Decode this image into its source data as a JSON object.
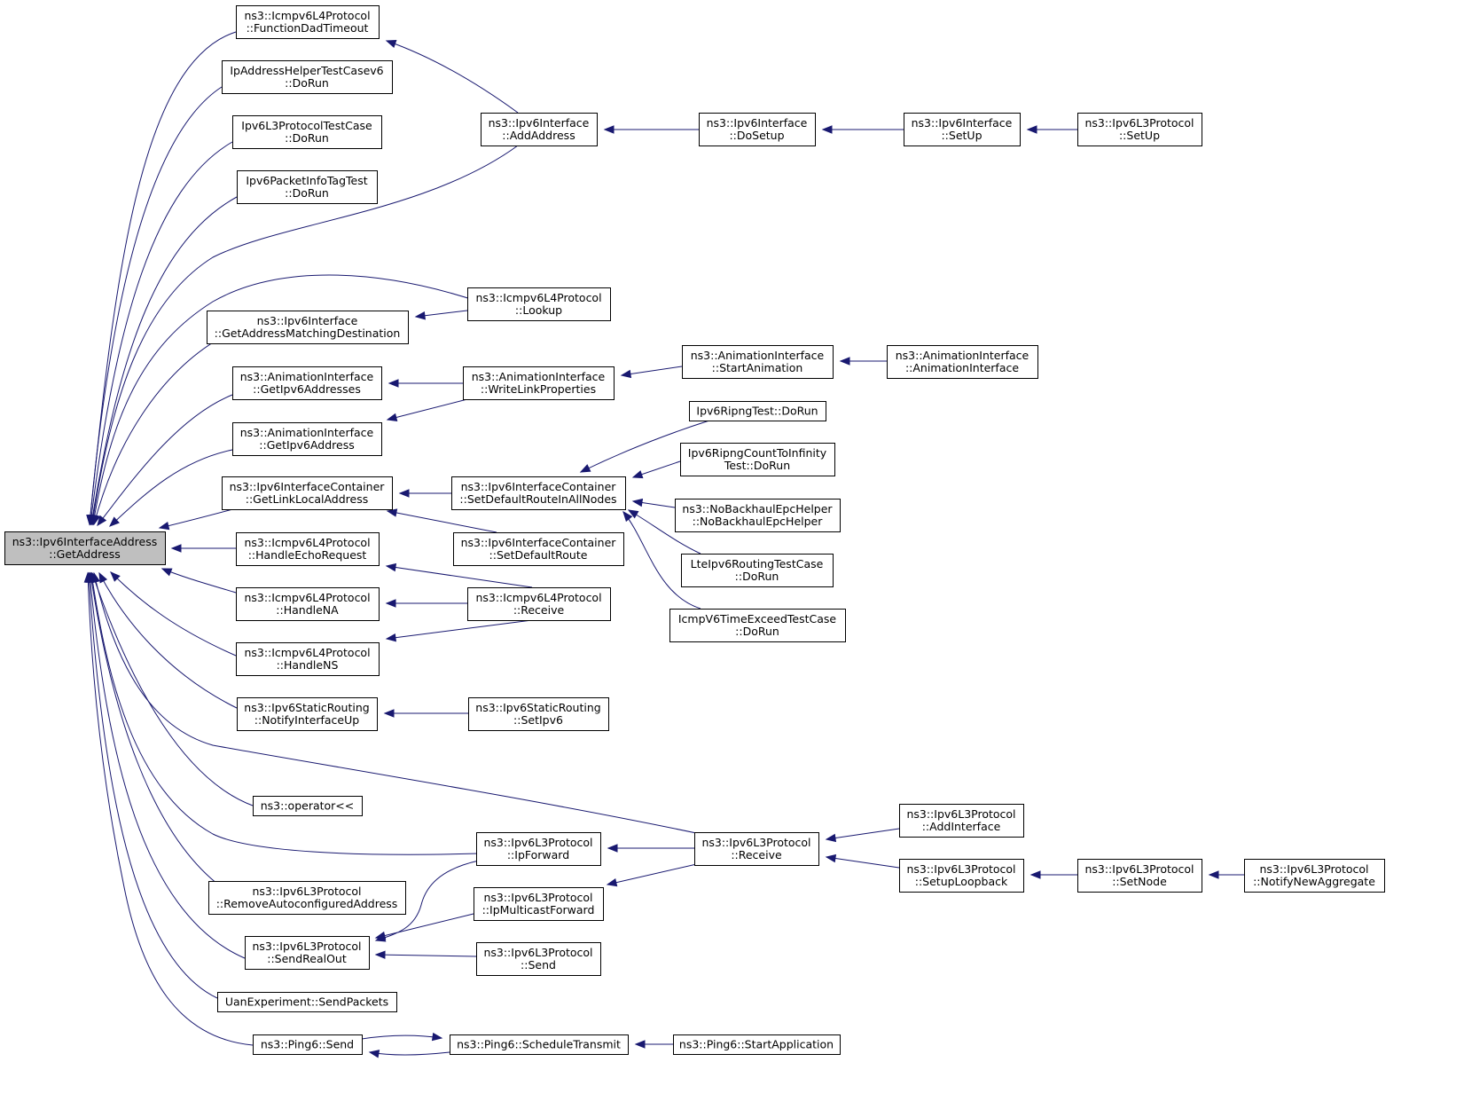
{
  "nodes": [
    {
      "id": "root",
      "lines": [
        "ns3::Ipv6InterfaceAddress",
        "::GetAddress"
      ]
    },
    {
      "id": "icmp_dad",
      "lines": [
        "ns3::Icmpv6L4Protocol",
        "::FunctionDadTimeout"
      ]
    },
    {
      "id": "iphelper",
      "lines": [
        "IpAddressHelperTestCasev6",
        "::DoRun"
      ]
    },
    {
      "id": "ipv6l3test",
      "lines": [
        "Ipv6L3ProtocolTestCase",
        "::DoRun"
      ]
    },
    {
      "id": "pktinfo",
      "lines": [
        "Ipv6PacketInfoTagTest",
        "::DoRun"
      ]
    },
    {
      "id": "getaddrmatch",
      "lines": [
        "ns3::Ipv6Interface",
        "::GetAddressMatchingDestination"
      ]
    },
    {
      "id": "anim_getaddrs",
      "lines": [
        "ns3::AnimationInterface",
        "::GetIpv6Addresses"
      ]
    },
    {
      "id": "anim_getaddr",
      "lines": [
        "ns3::AnimationInterface",
        "::GetIpv6Address"
      ]
    },
    {
      "id": "cont_getlla",
      "lines": [
        "ns3::Ipv6InterfaceContainer",
        "::GetLinkLocalAddress"
      ]
    },
    {
      "id": "icmp_echo",
      "lines": [
        "ns3::Icmpv6L4Protocol",
        "::HandleEchoRequest"
      ]
    },
    {
      "id": "icmp_na",
      "lines": [
        "ns3::Icmpv6L4Protocol",
        "::HandleNA"
      ]
    },
    {
      "id": "icmp_ns",
      "lines": [
        "ns3::Icmpv6L4Protocol",
        "::HandleNS"
      ]
    },
    {
      "id": "static_notify",
      "lines": [
        "ns3::Ipv6StaticRouting",
        "::NotifyInterfaceUp"
      ]
    },
    {
      "id": "op_stream",
      "lines": [
        "ns3::operator<<"
      ]
    },
    {
      "id": "l3_removeauto",
      "lines": [
        "ns3::Ipv6L3Protocol",
        "::RemoveAutoconfiguredAddress"
      ]
    },
    {
      "id": "l3_sendrealout",
      "lines": [
        "ns3::Ipv6L3Protocol",
        "::SendRealOut"
      ]
    },
    {
      "id": "uan_send",
      "lines": [
        "UanExperiment::SendPackets"
      ]
    },
    {
      "id": "ping_send",
      "lines": [
        "ns3::Ping6::Send"
      ]
    },
    {
      "id": "if_addaddr",
      "lines": [
        "ns3::Ipv6Interface",
        "::AddAddress"
      ]
    },
    {
      "id": "icmp_lookup",
      "lines": [
        "ns3::Icmpv6L4Protocol",
        "::Lookup"
      ]
    },
    {
      "id": "anim_writelink",
      "lines": [
        "ns3::AnimationInterface",
        "::WriteLinkProperties"
      ]
    },
    {
      "id": "cont_setdefall",
      "lines": [
        "ns3::Ipv6InterfaceContainer",
        "::SetDefaultRouteInAllNodes"
      ]
    },
    {
      "id": "cont_setdef",
      "lines": [
        "ns3::Ipv6InterfaceContainer",
        "::SetDefaultRoute"
      ]
    },
    {
      "id": "icmp_receive",
      "lines": [
        "ns3::Icmpv6L4Protocol",
        "::Receive"
      ]
    },
    {
      "id": "static_setipv6",
      "lines": [
        "ns3::Ipv6StaticRouting",
        "::SetIpv6"
      ]
    },
    {
      "id": "l3_ipforward",
      "lines": [
        "ns3::Ipv6L3Protocol",
        "::IpForward"
      ]
    },
    {
      "id": "l3_ipmcast",
      "lines": [
        "ns3::Ipv6L3Protocol",
        "::IpMulticastForward"
      ]
    },
    {
      "id": "l3_send",
      "lines": [
        "ns3::Ipv6L3Protocol",
        "::Send"
      ]
    },
    {
      "id": "ping_sched",
      "lines": [
        "ns3::Ping6::ScheduleTransmit"
      ]
    },
    {
      "id": "if_dosetup",
      "lines": [
        "ns3::Ipv6Interface",
        "::DoSetup"
      ]
    },
    {
      "id": "anim_start",
      "lines": [
        "ns3::AnimationInterface",
        "::StartAnimation"
      ]
    },
    {
      "id": "ripng_test",
      "lines": [
        "Ipv6RipngTest::DoRun"
      ]
    },
    {
      "id": "ripng_inf",
      "lines": [
        "Ipv6RipngCountToInfinity",
        "Test::DoRun"
      ]
    },
    {
      "id": "nobackhaul",
      "lines": [
        "ns3::NoBackhaulEpcHelper",
        "::NoBackhaulEpcHelper"
      ]
    },
    {
      "id": "lte_routing",
      "lines": [
        "LteIpv6RoutingTestCase",
        "::DoRun"
      ]
    },
    {
      "id": "icmp_time",
      "lines": [
        "IcmpV6TimeExceedTestCase",
        "::DoRun"
      ]
    },
    {
      "id": "l3_receive",
      "lines": [
        "ns3::Ipv6L3Protocol",
        "::Receive"
      ]
    },
    {
      "id": "ping_startapp",
      "lines": [
        "ns3::Ping6::StartApplication"
      ]
    },
    {
      "id": "if_setup",
      "lines": [
        "ns3::Ipv6Interface",
        "::SetUp"
      ]
    },
    {
      "id": "anim_ctor",
      "lines": [
        "ns3::AnimationInterface",
        "::AnimationInterface"
      ]
    },
    {
      "id": "l3_addif",
      "lines": [
        "ns3::Ipv6L3Protocol",
        "::AddInterface"
      ]
    },
    {
      "id": "l3_setuploop",
      "lines": [
        "ns3::Ipv6L3Protocol",
        "::SetupLoopback"
      ]
    },
    {
      "id": "l3_setup",
      "lines": [
        "ns3::Ipv6L3Protocol",
        "::SetUp"
      ]
    },
    {
      "id": "l3_setnode",
      "lines": [
        "ns3::Ipv6L3Protocol",
        "::SetNode"
      ]
    },
    {
      "id": "l3_notifyagg",
      "lines": [
        "ns3::Ipv6L3Protocol",
        "::NotifyNewAggregate"
      ]
    }
  ],
  "edges": [
    {
      "from": "icmp_dad",
      "to": "root"
    },
    {
      "from": "iphelper",
      "to": "root"
    },
    {
      "from": "ipv6l3test",
      "to": "root"
    },
    {
      "from": "pktinfo",
      "to": "root"
    },
    {
      "from": "if_addaddr",
      "to": "root"
    },
    {
      "from": "icmp_lookup",
      "to": "root"
    },
    {
      "from": "getaddrmatch",
      "to": "root"
    },
    {
      "from": "anim_getaddrs",
      "to": "root"
    },
    {
      "from": "anim_getaddr",
      "to": "root"
    },
    {
      "from": "cont_getlla",
      "to": "root"
    },
    {
      "from": "icmp_echo",
      "to": "root"
    },
    {
      "from": "icmp_na",
      "to": "root"
    },
    {
      "from": "icmp_ns",
      "to": "root"
    },
    {
      "from": "static_notify",
      "to": "root"
    },
    {
      "from": "l3_receive",
      "to": "root"
    },
    {
      "from": "op_stream",
      "to": "root"
    },
    {
      "from": "l3_ipforward",
      "to": "root"
    },
    {
      "from": "l3_removeauto",
      "to": "root"
    },
    {
      "from": "l3_sendrealout",
      "to": "root"
    },
    {
      "from": "uan_send",
      "to": "root"
    },
    {
      "from": "ping_send",
      "to": "root"
    },
    {
      "from": "if_addaddr",
      "to": "icmp_dad"
    },
    {
      "from": "if_dosetup",
      "to": "if_addaddr"
    },
    {
      "from": "if_setup",
      "to": "if_dosetup"
    },
    {
      "from": "l3_setup",
      "to": "if_setup"
    },
    {
      "from": "icmp_lookup",
      "to": "getaddrmatch"
    },
    {
      "from": "anim_writelink",
      "to": "anim_getaddrs"
    },
    {
      "from": "anim_writelink",
      "to": "anim_getaddr"
    },
    {
      "from": "anim_start",
      "to": "anim_writelink"
    },
    {
      "from": "anim_ctor",
      "to": "anim_start"
    },
    {
      "from": "cont_setdefall",
      "to": "cont_getlla"
    },
    {
      "from": "cont_setdef",
      "to": "cont_getlla"
    },
    {
      "from": "ripng_test",
      "to": "cont_setdefall"
    },
    {
      "from": "ripng_inf",
      "to": "cont_setdefall"
    },
    {
      "from": "nobackhaul",
      "to": "cont_setdefall"
    },
    {
      "from": "lte_routing",
      "to": "cont_setdefall"
    },
    {
      "from": "icmp_time",
      "to": "cont_setdefall"
    },
    {
      "from": "icmp_receive",
      "to": "icmp_echo"
    },
    {
      "from": "icmp_receive",
      "to": "icmp_na"
    },
    {
      "from": "icmp_receive",
      "to": "icmp_ns"
    },
    {
      "from": "static_setipv6",
      "to": "static_notify"
    },
    {
      "from": "l3_receive",
      "to": "l3_ipforward"
    },
    {
      "from": "l3_receive",
      "to": "l3_ipmcast"
    },
    {
      "from": "l3_addif",
      "to": "l3_receive"
    },
    {
      "from": "l3_setuploop",
      "to": "l3_receive"
    },
    {
      "from": "l3_setnode",
      "to": "l3_setuploop"
    },
    {
      "from": "l3_notifyagg",
      "to": "l3_setnode"
    },
    {
      "from": "l3_ipforward",
      "to": "l3_sendrealout"
    },
    {
      "from": "l3_ipmcast",
      "to": "l3_sendrealout"
    },
    {
      "from": "l3_send",
      "to": "l3_sendrealout"
    },
    {
      "from": "ping_sched",
      "to": "ping_send"
    },
    {
      "from": "ping_send",
      "to": "ping_sched"
    },
    {
      "from": "ping_startapp",
      "to": "ping_sched"
    }
  ]
}
